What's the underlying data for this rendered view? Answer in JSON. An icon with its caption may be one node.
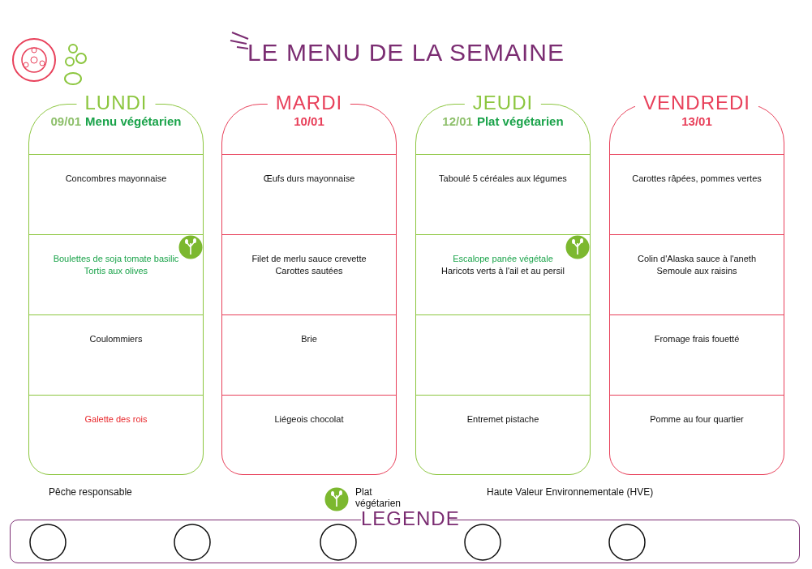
{
  "diagram": {
    "title": "LE MENU DE LA SEMAINE",
    "nodes": [
      {
        "text": [
          "LUNDI",
          "09/01",
          "Menu végétarien"
        ]
      },
      {
        "text": [
          "Concombres mayonnaise"
        ],
        "in": 0
      },
      {
        "text": [
          "Boulettes de soja tomate basilic",
          "Tortis aux olives"
        ],
        "in": 0
      },
      {
        "text": [
          "Coulommiers"
        ],
        "in": 0
      },
      {
        "text": [
          "Galette des rois"
        ],
        "in": 0
      },
      {
        "text": [
          "MARDI",
          "10/01"
        ]
      },
      {
        "text": [
          "Œufs durs mayonnaise"
        ],
        "in": 5
      },
      {
        "text": [
          "Filet de merlu sauce crevette",
          "Carottes sautées"
        ],
        "in": 5
      },
      {
        "text": [
          "Brie"
        ],
        "in": 5
      },
      {
        "text": [
          "Liégeois chocolat"
        ],
        "in": 5
      },
      {
        "text": [
          "JEUDI",
          "12/01",
          "Plat végétarien"
        ]
      },
      {
        "text": [
          "Taboulé 5 céréales aux légumes"
        ],
        "in": 10
      },
      {
        "text": [
          "Escalope panée végétale",
          "Haricots verts à l'ail et au persil"
        ],
        "in": 10
      },
      {
        "text": [],
        "shape": "box",
        "in": 10
      },
      {
        "text": [
          "Entremet pistache"
        ],
        "in": 10
      },
      {
        "text": [
          "VENDREDI",
          "13/01"
        ]
      },
      {
        "text": [
          "Carottes râpées, pommes vertes"
        ],
        "in": 15
      },
      {
        "text": [
          "Colin d'Alaska sauce à l'aneth",
          "Semoule aux raisins"
        ],
        "in": 15
      },
      {
        "text": [
          "Fromage frais fouetté"
        ],
        "in": 15
      },
      {
        "text": [
          "Pomme au four quartier"
        ],
        "in": 15
      }
    ],
    "edges": [],
    "labels": [
      "LEGENDE"
    ],
    "legend": [
      {
        "text": "Pêche responsable"
      },
      {
        "text": "Plat végétarien"
      },
      {
        "text": "Haute Valeur Environnementale (HVE)"
      }
    ]
  }
}
